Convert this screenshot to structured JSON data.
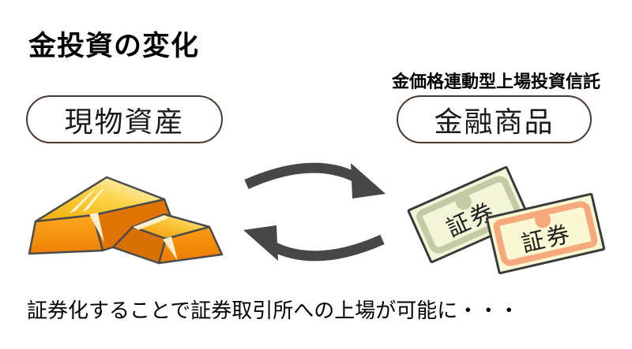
{
  "title": "金投資の変化",
  "physical_asset": {
    "label": "現物資産"
  },
  "financial_product": {
    "annotation": "金価格連動型上場投資信託",
    "label": "金融商品"
  },
  "certificates": {
    "back": {
      "label": "証券"
    },
    "front": {
      "label": "証券"
    }
  },
  "footer": {
    "caption": "証券化することで証券取引所への上場が可能に・・・"
  },
  "icons": {
    "gold_bars": "gold-bars-illustration",
    "cycle_arrows": "exchange-cycle-arrows-icon",
    "certificate_seal": "medallion-circle-icon"
  },
  "colors": {
    "arrow": "#474747",
    "pill_border": "#4c3a31",
    "outline": "#3a3a3a",
    "gold_top_light": "#fffce8",
    "gold_top_deep": "#f3a800",
    "gold_front": "#ee7d02",
    "cert_back_frame": "#c2cba4",
    "cert_back_paper": "#f3f5d8",
    "cert_front_frame": "#f6a97d",
    "cert_front_paper": "#faf8d2"
  }
}
